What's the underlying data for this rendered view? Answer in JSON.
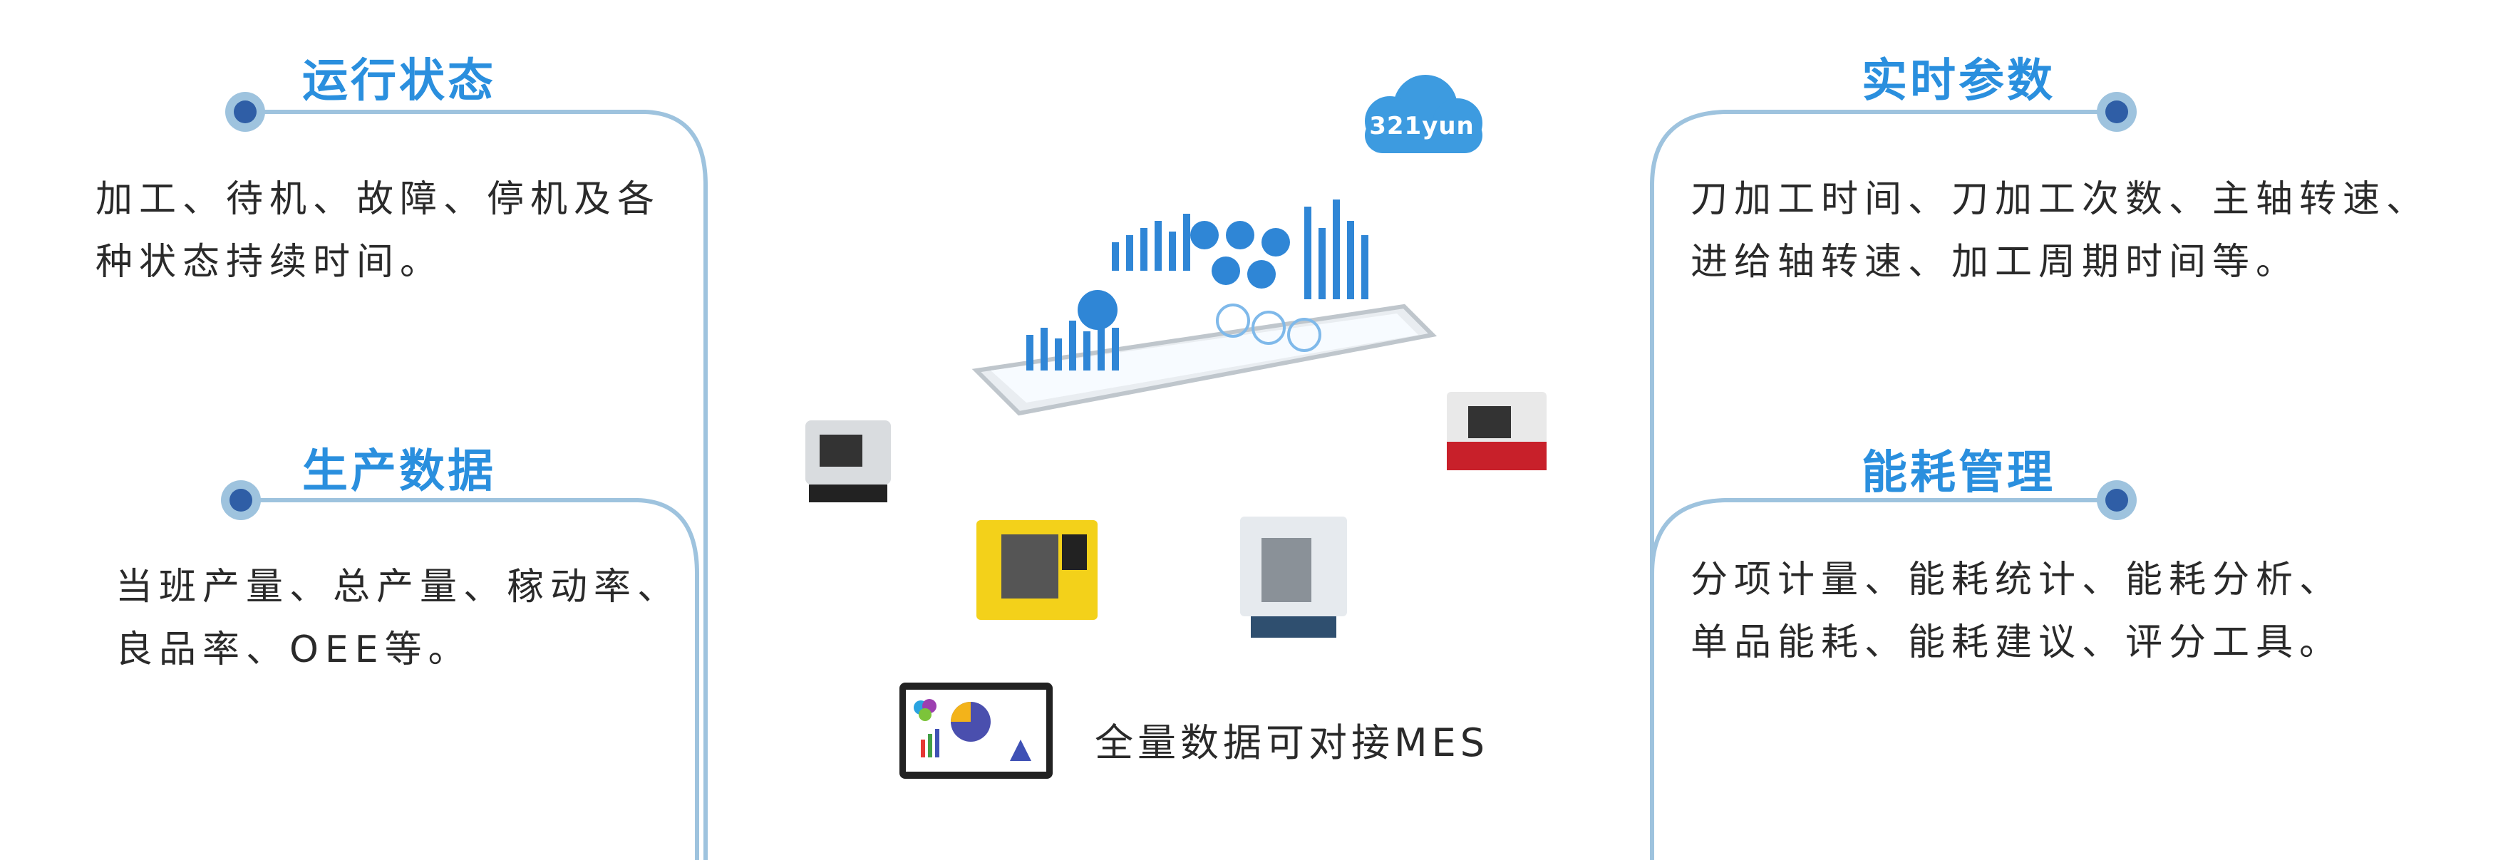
{
  "colors": {
    "title": "#2a8fde",
    "line": "#9ec3de",
    "dot_inner": "#2f5ea6",
    "text": "#2a2a2a",
    "cloud": "#3d9be0"
  },
  "cloud": {
    "label": "321yun",
    "icon": "cloud-icon"
  },
  "sections": {
    "run_status": {
      "title": "运行状态",
      "lines": [
        "加工、待机、故障、停机及各",
        "种状态持续时间。"
      ]
    },
    "production": {
      "title": "生产数据",
      "lines": [
        "当班产量、总产量、稼动率、",
        "良品率、OEE等。"
      ]
    },
    "realtime": {
      "title": "实时参数",
      "lines": [
        "刀加工时间、刀加工次数、主轴转速、",
        "进给轴转速、加工周期时间等。"
      ]
    },
    "energy": {
      "title": "能耗管理",
      "lines": [
        "分项计量、能耗统计、能耗分析、",
        "单品能耗、能耗建议、评分工具。"
      ]
    }
  },
  "mes": {
    "label": "全量数据可对接MES",
    "icon": "dashboard-monitor-icon"
  }
}
